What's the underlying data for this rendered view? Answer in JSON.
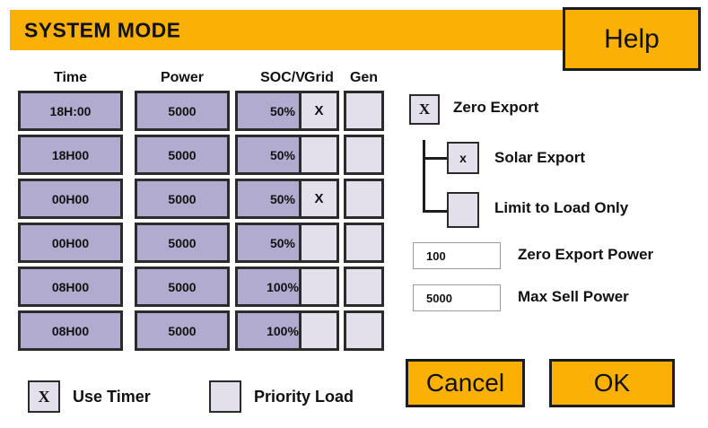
{
  "window": {
    "title": "SYSTEM MODE",
    "accent_color": "#FBB005",
    "cell_color": "#b0abcf",
    "checkbox_color": "#e3dfeb"
  },
  "header": {
    "help_label": "Help"
  },
  "timer_table": {
    "columns": [
      "Time",
      "Power",
      "SOC/V",
      "Grid",
      "Gen"
    ],
    "rows": [
      {
        "time": "18H:00",
        "power": "5000",
        "soc": "50%",
        "grid": "X",
        "gen": ""
      },
      {
        "time": "18H00",
        "power": "5000",
        "soc": "50%",
        "grid": "",
        "gen": ""
      },
      {
        "time": "00H00",
        "power": "5000",
        "soc": "50%",
        "grid": "X",
        "gen": ""
      },
      {
        "time": "00H00",
        "power": "5000",
        "soc": "50%",
        "grid": "",
        "gen": ""
      },
      {
        "time": "08H00",
        "power": "5000",
        "soc": "100%",
        "grid": "",
        "gen": ""
      },
      {
        "time": "08H00",
        "power": "5000",
        "soc": "100%",
        "grid": "",
        "gen": ""
      }
    ]
  },
  "export_options": {
    "zero_export": {
      "label": "Zero Export",
      "mark": "X",
      "checked": true
    },
    "solar_export": {
      "label": "Solar Export",
      "mark": "x",
      "checked": true
    },
    "limit_to_load_only": {
      "label": "Limit to Load Only",
      "mark": "",
      "checked": false
    }
  },
  "power_fields": [
    {
      "label": "Zero Export Power",
      "value": "100"
    },
    {
      "label": "Max Sell Power",
      "value": "5000"
    }
  ],
  "footer": {
    "use_timer": {
      "label": "Use Timer",
      "mark": "X",
      "checked": true
    },
    "priority_load": {
      "label": "Priority Load",
      "mark": "",
      "checked": false
    },
    "cancel_label": "Cancel",
    "ok_label": "OK"
  }
}
